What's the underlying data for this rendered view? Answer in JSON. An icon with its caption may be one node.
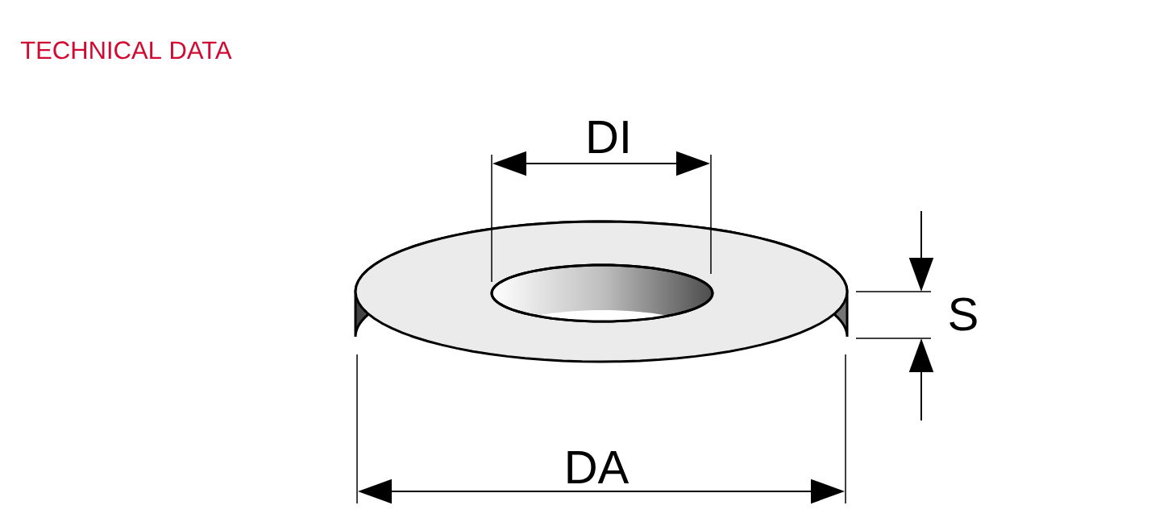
{
  "diagram": {
    "title": "TECHNICAL DATA",
    "labels": [
      "DI",
      "S",
      "DA"
    ]
  }
}
